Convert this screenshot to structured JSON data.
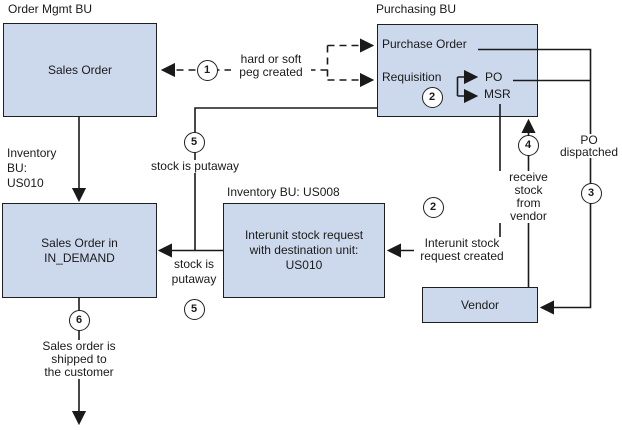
{
  "colors": {
    "box_fill": "#ccd9ec",
    "box_border": "#1f1f1f",
    "line": "#1a1a1a",
    "text": "#1a1a1a",
    "bg": "#ffffff"
  },
  "lanes": {
    "order_mgmt": "Order Mgmt BU",
    "purchasing": "Purchasing BU",
    "inventory_us008": "Inventory BU: US008"
  },
  "boxes": {
    "sales_order": "Sales Order",
    "sales_order_demand": "Sales Order in\nIN_DEMAND",
    "interunit": "Interunit stock request\nwith destination unit:\nUS010",
    "vendor": "Vendor"
  },
  "purchasing": {
    "purchase_order": "Purchase Order",
    "requisition": "Requisition",
    "po": "PO",
    "msr": "MSR"
  },
  "labels": {
    "peg_created": "hard or soft\npeg created",
    "inventory_bu_us010": "Inventory\nBU:\nUS010",
    "stock_putaway_top": "stock is putaway",
    "stock_putaway_bottom": "stock is\nputaway",
    "interunit_created": "Interunit stock\nrequest created",
    "receive_stock": "receive\nstock\nfrom\nvendor",
    "po_dispatched": "PO\ndispatched",
    "shipped": "Sales order is\nshipped to\nthe customer"
  },
  "steps": {
    "s1": "1",
    "s2a": "2",
    "s2b": "2",
    "s3": "3",
    "s4": "4",
    "s5a": "5",
    "s5b": "5",
    "s6": "6"
  }
}
